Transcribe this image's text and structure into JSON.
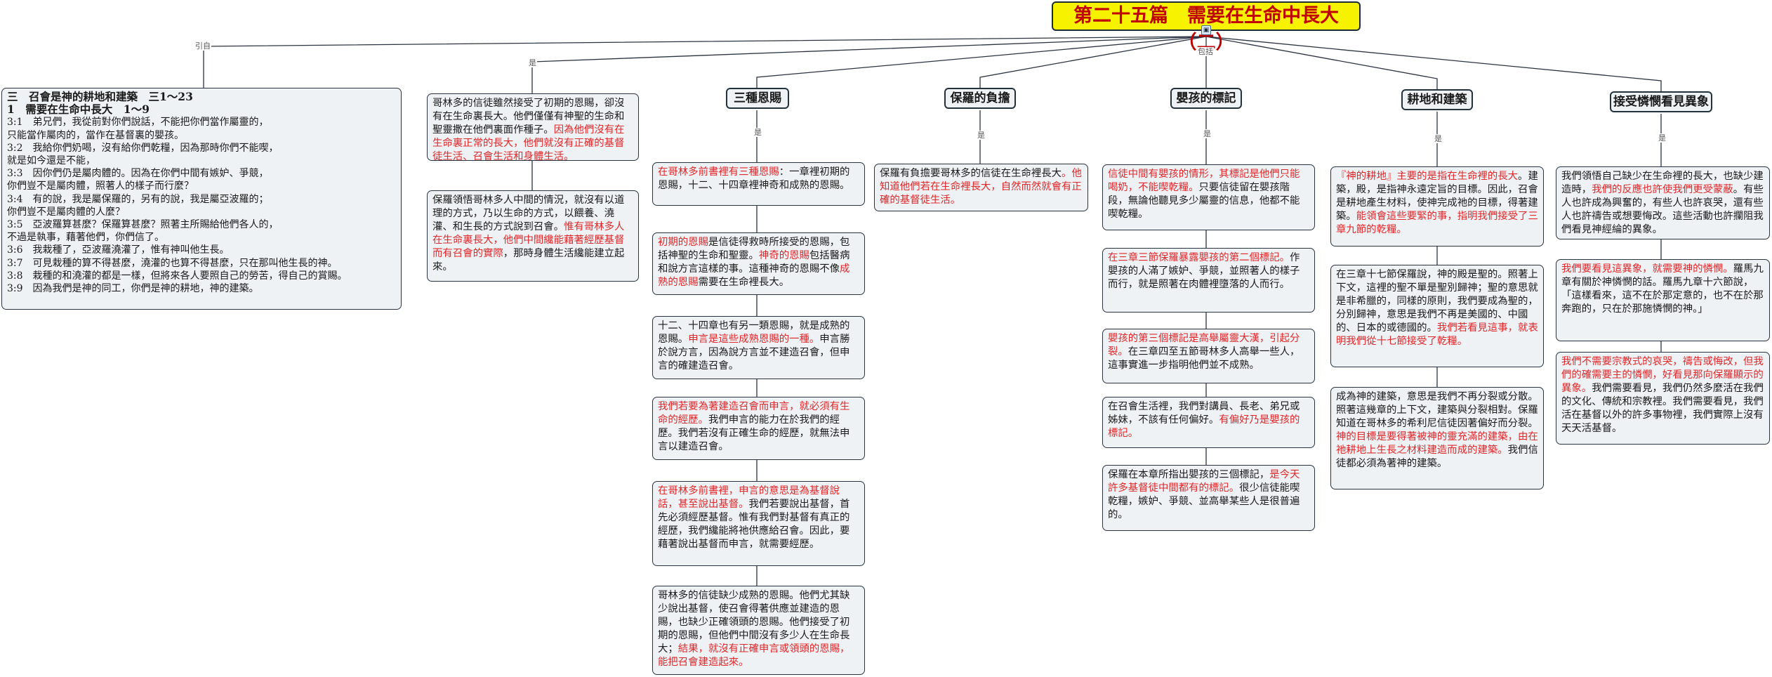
{
  "title": "第二十五篇　需要在生命中長大（二）",
  "title_pin": "▣",
  "edge_labels": {
    "intro": "引自",
    "is_top": "是",
    "includes": "包括",
    "is": "是"
  },
  "intro": {
    "heading1": "三　召會是神的耕地和建築　三1～23",
    "heading2": "1　需要在生命中長大　1～9",
    "verses": [
      "3:1　弟兄們，我從前對你們說話，不能把你們當作屬靈的，",
      "只能當作屬肉的，當作在基督裏的嬰孩。",
      "3:2　我給你們奶喝，沒有給你們乾糧，因為那時你們不能喫，",
      "就是如今還是不能，",
      "3:3　因你們仍是屬肉體的。因為在你們中間有嫉妒、爭競，",
      "你們豈不是屬肉體，照著人的樣子而行麼？",
      "3:4　有的說，我是屬保羅的，另有的說，我是屬亞波羅的；",
      "你們豈不是屬肉體的人麼？",
      "3:5　亞波羅算甚麼？保羅算甚麼？照著主所賜給他們各人的，",
      "不過是執事，藉著他們，你們信了。",
      "3:6　我栽種了，亞波羅澆灌了，惟有神叫他生長。",
      "3:7　可見栽種的算不得甚麼，澆灌的也算不得甚麼，只在那叫他生長的神。",
      "3:8　栽種的和澆灌的都是一樣，但將來各人要照自己的勞苦，得自己的賞賜。",
      "3:9　因為我們是神的同工，你們是神的耕地，神的建築。"
    ]
  },
  "col_a": {
    "box1": {
      "p1": "哥林多的信徒雖然接受了初期的恩賜，卻沒有在生命裏長大。他們僅僅有神聖的生命和聖靈撒在他們裏面作種子。",
      "r1": "因為他們沒有在生命裏正常的長大，他們就沒有正確的基督徒生活、召會生活和身體生活。"
    },
    "box2": {
      "p1": "保羅領悟哥林多人中間的情況，就沒有以道理的方式，乃以生命的方式，以餵養、澆灌、和生長的方式說到召會。",
      "r1": "惟有哥林多人在生命裏長大，他們中間纔能藉著經歷基督而有召會的實際",
      "p2": "，那時身體生活纔能建立起來。"
    }
  },
  "headers": {
    "three_gifts": "三種恩賜",
    "burden": "保羅的負擔",
    "infant_marks": "嬰孩的標記",
    "field_building": "耕地和建築",
    "accept_mercy": "接受憐憫看見異象"
  },
  "three_gifts": {
    "box1": {
      "r1": "在哥林多前書裡有三種恩賜",
      "p1": "：一章裡初期的恩賜，十二、十四章裡神奇和成熟的恩賜。"
    },
    "box2": {
      "r1": "初期的恩賜",
      "p1": "是信徒得救時所接受的恩賜，包括神聖的生命和聖靈。",
      "r2": "神奇的恩賜",
      "p2": "包括醫病和說方言這樣的事。這種神奇的恩賜不像",
      "r3": "成熟的恩賜",
      "p3": "需要在生命裡長大。"
    },
    "box3": {
      "p1": "十二、十四章也有另一類恩賜，就是成熟的恩賜。",
      "r1": "申言是這些成熟恩賜的一種。",
      "p2": "申言勝於說方言，因為說方言並不建造召會，但申言的確建造召會。"
    },
    "box4": {
      "r1": "我們若要為著建造召會而申言，就必須有生命的經歷。",
      "p1": "我們申言的能力在於我們的經歷。我們若沒有正確生命的經歷，就無法申言以建造召會。"
    },
    "box5": {
      "r1": "在哥林多前書裡，申言的意思是為基督說話，甚至說出基督。",
      "p1": "我們若要說出基督，首先必須經歷基督。惟有我們對基督有真正的經歷，我們纔能將祂供應給召會。因此，要藉著說出基督而申言，就需要經歷。"
    },
    "box6": {
      "p1": "哥林多的信徒缺少成熟的恩賜。他們尤其缺少說出基督，使召會得著供應並建造的恩賜，也缺少正確領頭的恩賜。他們接受了初期的恩賜，但他們中間沒有多少人在生命長大；",
      "r1": "結果，就沒有正確申言或領頭的恩賜，能把召會建造起來。"
    }
  },
  "burden": {
    "box1": {
      "p1": "保羅有負擔要哥林多的信徒在生命裡長大",
      "r1": "。他知道他們若在生命裡長大，自然而然就會有正確的基督徒生活。"
    }
  },
  "infant_marks": {
    "box1": {
      "r1": "信徒中間有嬰孩的情形，其標記是他們只能喝奶，不能喫乾糧。",
      "p1": "只要信徒留在嬰孩階段，無論他聽見多少屬靈的信息，他都不能喫乾糧。"
    },
    "box2": {
      "r1": "在三章三節保羅暴露嬰孩的第二個標記。",
      "p1": "作嬰孩的人滿了嫉妒、爭競，並照著人的樣子而行，就是照著在肉體裡墮落的人而行。"
    },
    "box3": {
      "r1": "嬰孩的第三個標記是高舉屬靈大漢，引起分裂。",
      "p1": "在三章四至五節哥林多人高舉一些人，這事實進一步指明他們並不成熟。"
    },
    "box4": {
      "p1": "在召會生活裡，我們對講員、長老、弟兄或姊妹，不該有任何偏好。",
      "r1": "有偏好乃是嬰孩的標記。"
    },
    "box5": {
      "p1": "保羅在本章所指出嬰孩的三個標記，",
      "r1": "是今天許多基督徒中間都有的標記。",
      "p2": "很少信徒能喫乾糧，嫉妒、爭競、並高舉某些人是很普遍的。"
    }
  },
  "field_building": {
    "box1": {
      "r1": "『神的耕地』主要的是指在生命裡的長大",
      "p1": "。建築，殿，是指神永遠定旨的目標。因此，召會是耕地產生材料，使神完成祂的目標，得著建築。",
      "r2": "能領會這些要緊的事，指明我們接受了三章九節的乾糧。"
    },
    "box2": {
      "p1": "在三章十七節保羅說，神的殿是聖的。照著上下文，這裡的聖不單是聖別歸神；聖的意思就是非希臘的，同樣的原則，我們要成為聖的，分別歸神，意思是我們不再是美國的、中國的、日本的或德國的。",
      "r1": "我們若看見這事，就表明我們從十七節接受了乾糧。"
    },
    "box3": {
      "p1": "成為神的建築，意思是我們不再分裂或分散。照著這幾章的上下文，建築與分裂相對。保羅知道在哥林多的希利尼信徒因著偏好而分裂。",
      "r1": "神的目標是要得著被神的靈充滿的建築，由在祂耕地上生長之材料建造而成的建築。",
      "p2": "我們信徒都必須為著神的建築。"
    }
  },
  "accept_mercy": {
    "box1": {
      "p1": "我們領悟自己缺少在生命裡的長大，也缺少建造時，",
      "r1": "我們的反應也許使我們更受蒙蔽",
      "p2": "。有些人也許成為興奮的，有些人也許哀哭，還有些人也許禱告或想要悔改。這些活動也許攔阻我們看見神經綸的異象。"
    },
    "box2": {
      "r1": "我們要看見這異象，就需要神的憐憫。",
      "p1": "羅馬九章有關於神憐憫的話。羅馬九章十六節說，「這樣看來，這不在於那定意的，也不在於那奔跑的，只在於那施憐憫的神。」"
    },
    "box3": {
      "r1": "我們不需要宗教式的哀哭，禱告或悔改，但我們的確需要主的憐憫，好看見那向保羅顯示的異象。",
      "p1": "我們需要看見，我們仍然多麼活在我們的文化、傳統和宗教裡。我們需要看見，我們活在基督以外的許多事物裡，我們實際上沒有天天活基督。"
    }
  }
}
